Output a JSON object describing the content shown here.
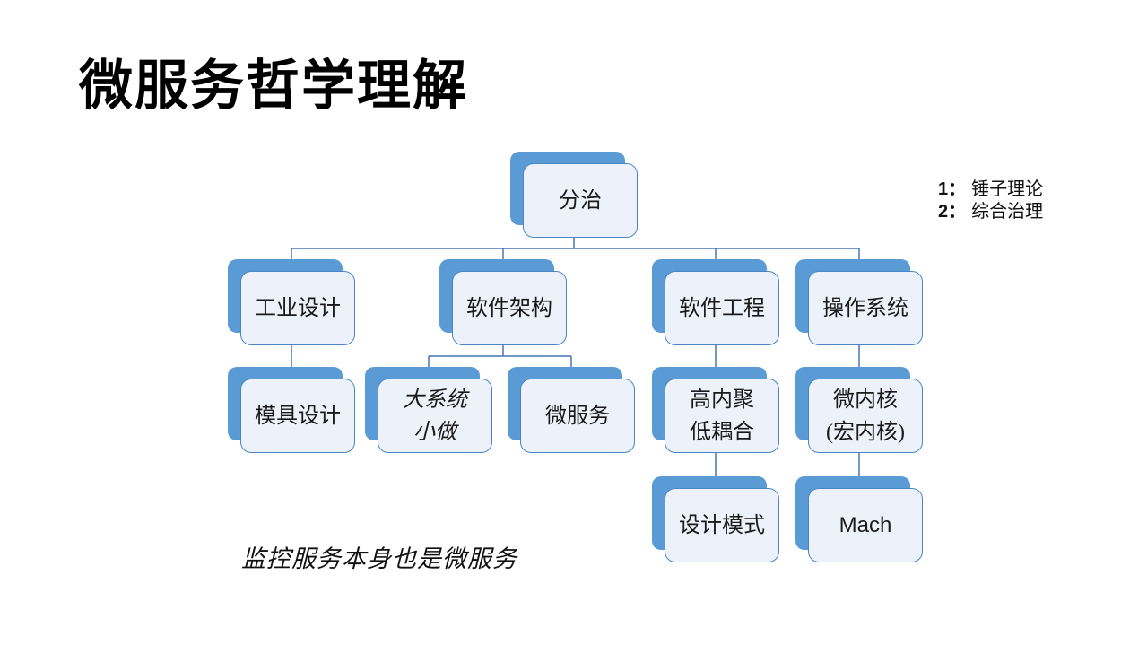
{
  "slide": {
    "title": "微服务哲学理解",
    "footnote": "监控服务本身也是微服务",
    "side_note": {
      "items": [
        {
          "num": "1：",
          "text": "锤子理论"
        },
        {
          "num": "2：",
          "text": "综合治理"
        }
      ]
    }
  },
  "colors": {
    "shape_back": "#5B9BD5",
    "shape_front_fill": "#EDF2FA",
    "shape_border": "#4A86C5",
    "connector": "#4377B6",
    "text": "#1a1a1a"
  },
  "diagram": {
    "type": "hierarchy",
    "nodes": {
      "root": {
        "label": "分治"
      },
      "industrial_design": {
        "label": "工业设计"
      },
      "software_architecture": {
        "label": "软件架构"
      },
      "software_engineering": {
        "label": "软件工程"
      },
      "operating_system": {
        "label": "操作系统"
      },
      "mold_design": {
        "label": "模具设计"
      },
      "big_system_done_small": {
        "label": "大系统\n小做"
      },
      "microservice": {
        "label": "微服务"
      },
      "high_cohesion_low_coupling": {
        "label": "高内聚\n低耦合"
      },
      "microkernel": {
        "label": "微内核\n(宏内核)"
      },
      "design_pattern": {
        "label": "设计模式"
      },
      "mach": {
        "label": "Mach"
      }
    },
    "edges": [
      [
        "root",
        "industrial_design"
      ],
      [
        "root",
        "software_architecture"
      ],
      [
        "root",
        "software_engineering"
      ],
      [
        "root",
        "operating_system"
      ],
      [
        "industrial_design",
        "mold_design"
      ],
      [
        "software_architecture",
        "big_system_done_small"
      ],
      [
        "software_architecture",
        "microservice"
      ],
      [
        "software_engineering",
        "high_cohesion_low_coupling"
      ],
      [
        "operating_system",
        "microkernel"
      ],
      [
        "high_cohesion_low_coupling",
        "design_pattern"
      ],
      [
        "microkernel",
        "mach"
      ]
    ]
  }
}
